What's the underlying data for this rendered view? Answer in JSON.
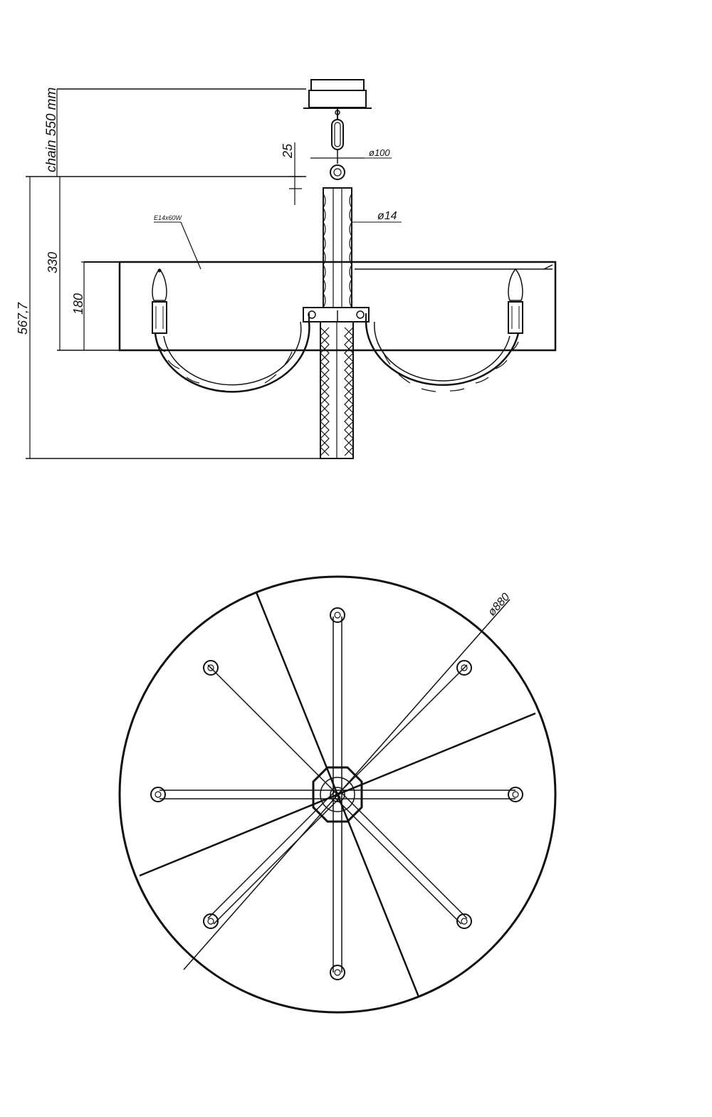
{
  "side_view": {
    "chain_label": "chain 550 mm",
    "dim_25": "25",
    "dim_dia_100": "ø100",
    "dim_dia_14": "ø14",
    "dim_330": "330",
    "dim_180": "180",
    "dim_total": "567,7",
    "lamp_spec": "E14x60W"
  },
  "top_view": {
    "dim_diameter": "ø880",
    "arms": 8,
    "shade_panels": 4
  }
}
